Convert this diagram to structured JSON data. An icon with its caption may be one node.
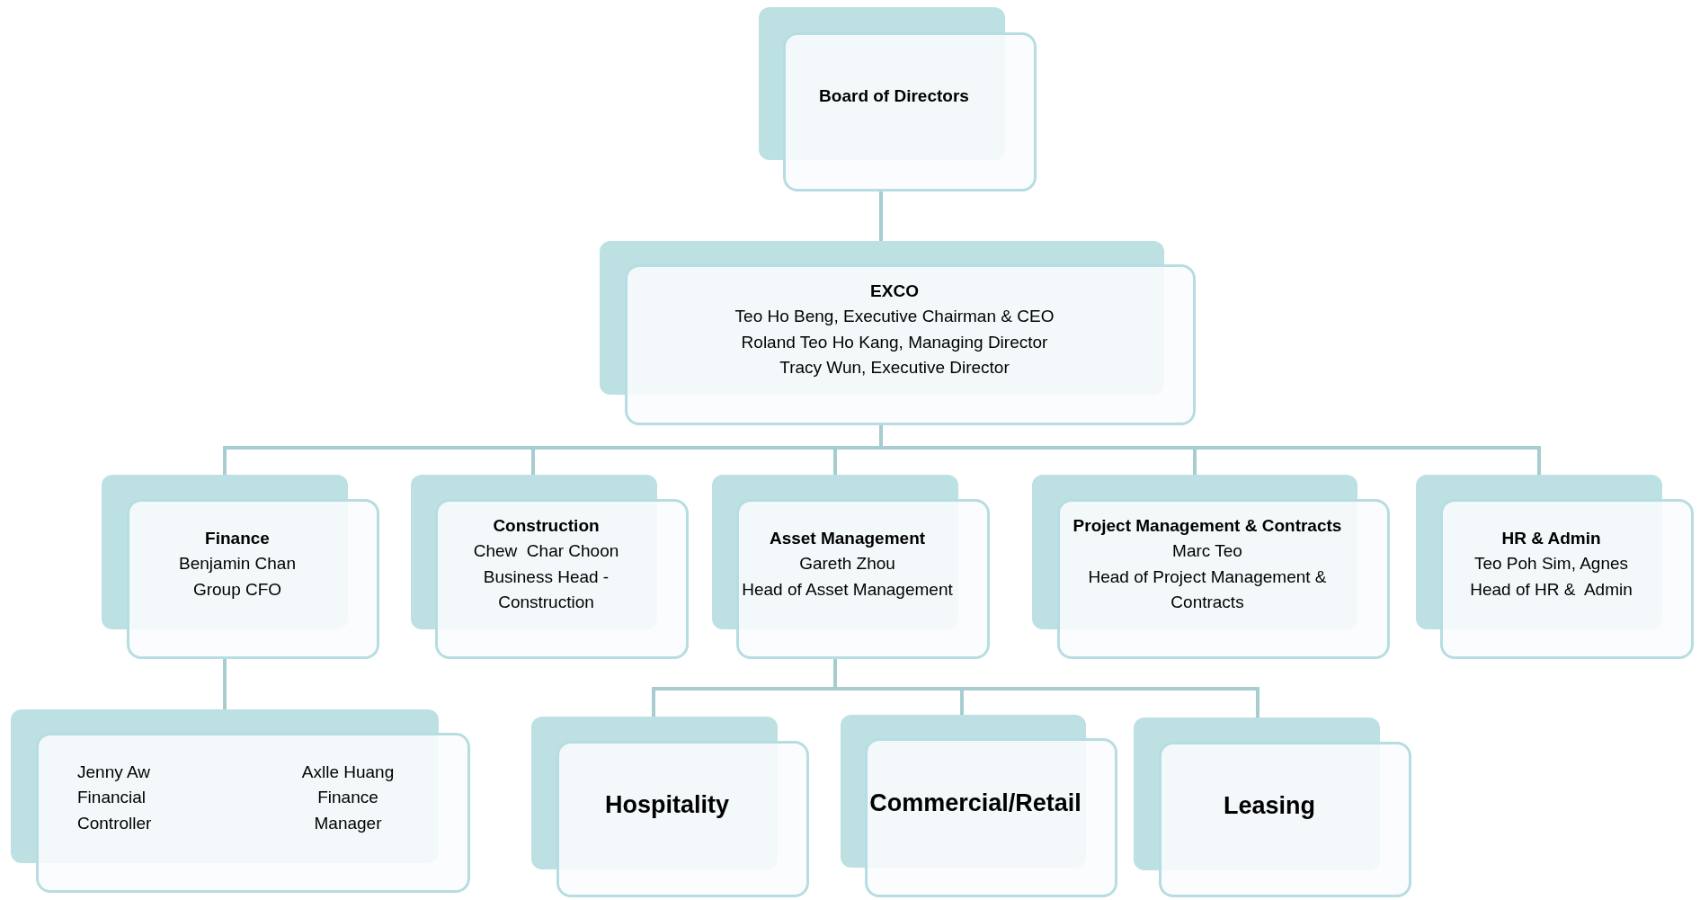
{
  "diagram": {
    "nodes": [
      {
        "text": [
          "Board of Directors"
        ]
      },
      {
        "text": [
          "EXCO",
          "Teo Ho Beng, Executive Chairman & CEO",
          "Roland Teo Ho Kang, Managing Director",
          "Tracy Wun, Executive Director"
        ]
      },
      {
        "text": [
          "Finance",
          "Benjamin Chan",
          "Group CFO"
        ]
      },
      {
        "text": [
          "Construction",
          "Chew  Char Choon",
          "Business Head - Construction"
        ]
      },
      {
        "text": [
          "Asset Management",
          "Gareth Zhou",
          "Head of Asset Management"
        ]
      },
      {
        "text": [
          "Project Management & Contracts",
          "Marc Teo",
          "Head of Project Management & Contracts"
        ]
      },
      {
        "text": [
          "HR & Admin",
          "Teo Poh Sim, Agnes",
          "Head of HR &  Admin"
        ]
      },
      {
        "text": [
          "Jenny Aw Financial Controller",
          "Axlle Huang Finance Manager"
        ]
      },
      {
        "text": [
          "Hospitality"
        ]
      },
      {
        "text": [
          "Commercial/Retail"
        ]
      },
      {
        "text": [
          "Leasing"
        ]
      }
    ],
    "edges": [
      {
        "from": 0,
        "to": 1,
        "arrow": "none"
      },
      {
        "from": 1,
        "to": 2,
        "arrow": "none"
      },
      {
        "from": 1,
        "to": 3,
        "arrow": "none"
      },
      {
        "from": 1,
        "to": 4,
        "arrow": "none"
      },
      {
        "from": 1,
        "to": 5,
        "arrow": "none"
      },
      {
        "from": 1,
        "to": 6,
        "arrow": "none"
      },
      {
        "from": 2,
        "to": 7,
        "arrow": "none"
      },
      {
        "from": 4,
        "to": 8,
        "arrow": "none"
      },
      {
        "from": 4,
        "to": 9,
        "arrow": "none"
      },
      {
        "from": 4,
        "to": 10,
        "arrow": "none"
      }
    ]
  }
}
